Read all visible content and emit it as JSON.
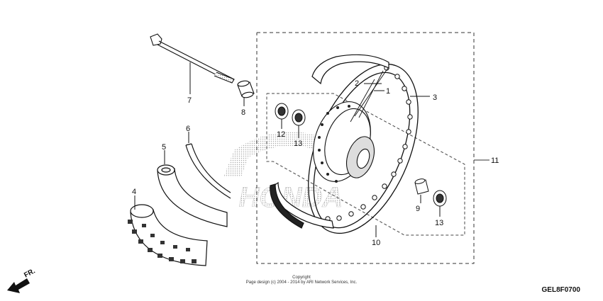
{
  "callouts": {
    "c1": "1",
    "c2": "2",
    "c3": "3",
    "c4": "4",
    "c5": "5",
    "c6": "6",
    "c7": "7",
    "c8": "8",
    "c9": "9",
    "c10": "10",
    "c11": "11",
    "c12": "12",
    "c13a": "13",
    "c13b": "13"
  },
  "direction_label": "FR.",
  "copyright_line1": "Copyright",
  "copyright_line2": "Page design (c) 2004 - 2014 by ARI Network Services, Inc.",
  "diagram_code": "GEL8F0700",
  "watermark": "HONDA"
}
